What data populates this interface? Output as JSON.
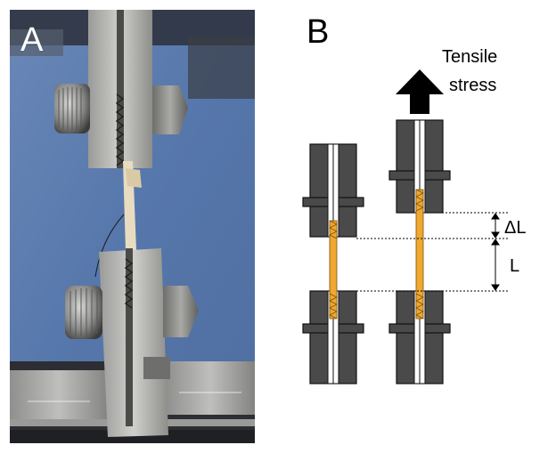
{
  "panel_a": {
    "letter": "A"
  },
  "panel_b": {
    "letter": "B",
    "arrow_label_line1": "Tensile",
    "arrow_label_line2": "stress",
    "delta_label": "ΔL",
    "length_label": "L"
  },
  "colors": {
    "grip_dark": "#4a4a4a",
    "grip_outline": "#111111",
    "specimen": "#f0a830",
    "photo_background": "#5f7fb0",
    "arrow": "#000000"
  },
  "icons": [
    "up-arrow-icon"
  ]
}
